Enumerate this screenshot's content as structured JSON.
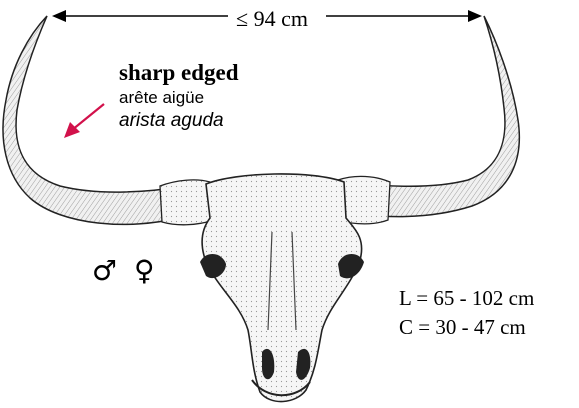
{
  "annotations": {
    "horn_span": "≤ 94 cm",
    "edge_en": "sharp edged",
    "edge_fr": "arête aigüe",
    "edge_es": "arista aguda",
    "sex_symbols": "♂ ♀",
    "length": "L = 65 - 102 cm",
    "circumference": "C = 30 - 47 cm"
  },
  "colors": {
    "pointer_arrow": "#d2114b",
    "ink": "#000000",
    "horn_fill": "#e9e9e9",
    "bone_fill": "#f4f4f4"
  },
  "icons": [
    "span-arrow-icon",
    "pointer-arrow-icon",
    "male-icon",
    "female-icon"
  ]
}
